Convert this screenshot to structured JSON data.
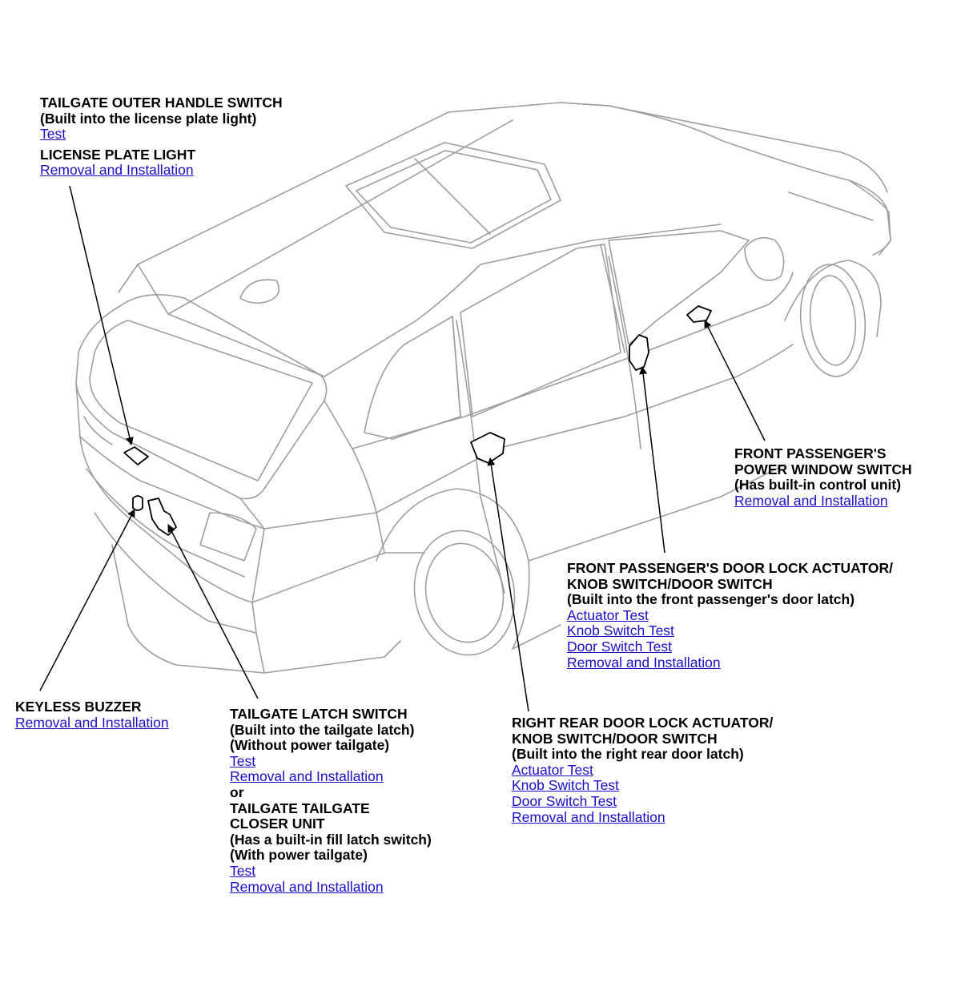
{
  "callouts": {
    "tailgate_outer": {
      "title": "TAILGATE OUTER HANDLE SWITCH",
      "note": "(Built into the license plate light)",
      "link_test": "Test"
    },
    "license_plate": {
      "title": "LICENSE PLATE LIGHT",
      "link_removal": "Removal and Installation"
    },
    "keyless_buzzer": {
      "title": "KEYLESS BUZZER",
      "link_removal": "Removal and Installation"
    },
    "tailgate_latch": {
      "title": "TAILGATE LATCH SWITCH",
      "note1": "(Built into the tailgate latch)",
      "note2": "(Without power tailgate)",
      "link_test": "Test",
      "link_removal": "Removal and Installation",
      "or": "or",
      "title2_line1": "TAILGATE TAILGATE",
      "title2_line2": "CLOSER UNIT",
      "note3": "(Has a built-in fill latch switch)",
      "note4": "(With power tailgate)",
      "link_test2": "Test",
      "link_removal2": "Removal and Installation"
    },
    "right_rear_door": {
      "title_line1": "RIGHT REAR DOOR LOCK ACTUATOR/",
      "title_line2": "KNOB SWITCH/DOOR SWITCH",
      "note": "(Built into the right rear door latch)",
      "link_actuator": "Actuator Test",
      "link_knob": "Knob Switch Test",
      "link_door": "Door Switch Test",
      "link_removal": "Removal and Installation"
    },
    "front_pass_door": {
      "title_line1": "FRONT PASSENGER'S DOOR LOCK ACTUATOR/",
      "title_line2": "KNOB SWITCH/DOOR SWITCH",
      "note": "(Built into the front passenger's door latch)",
      "link_actuator": "Actuator Test",
      "link_knob": "Knob Switch Test",
      "link_door": "Door Switch Test",
      "link_removal": "Removal and Installation"
    },
    "front_pass_window": {
      "title_line1": "FRONT PASSENGER'S",
      "title_line2": "POWER WINDOW SWITCH",
      "note": "(Has built-in control unit)",
      "link_removal": "Removal and Installation"
    }
  }
}
